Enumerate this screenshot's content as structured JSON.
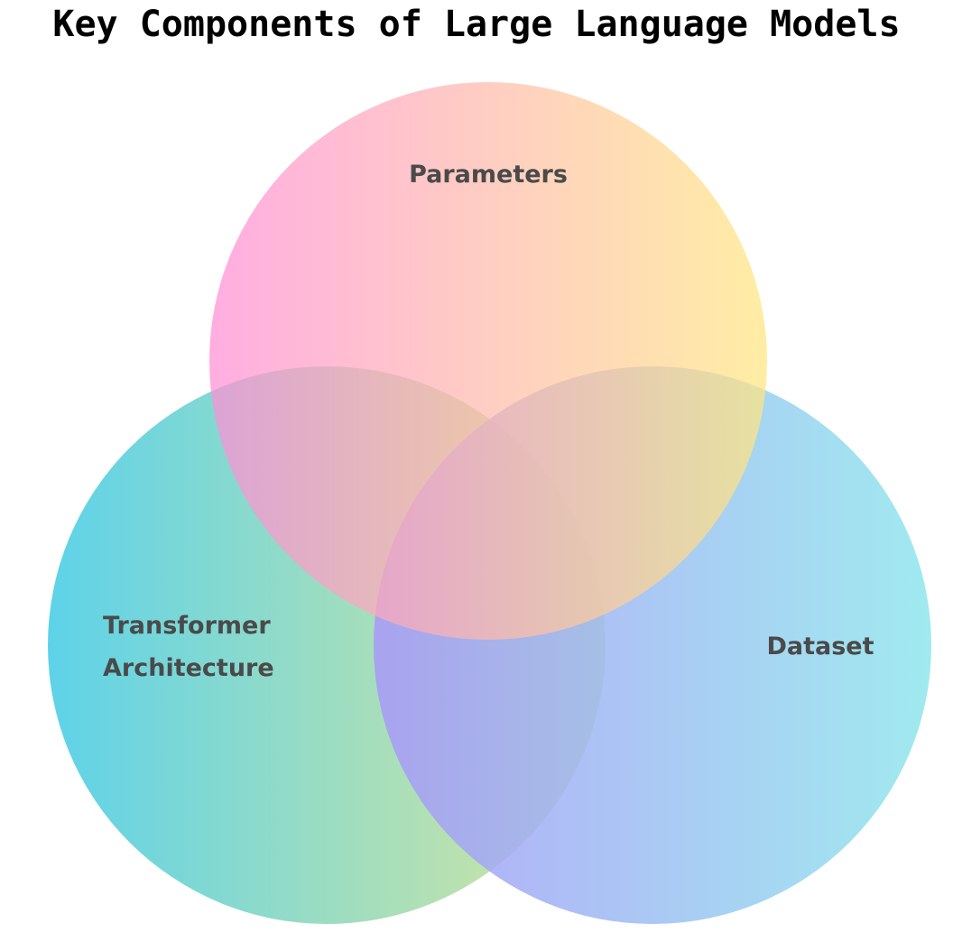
{
  "title": "Key Components of Large Language Models",
  "sets": [
    {
      "label_lines": [
        "Parameters"
      ],
      "gradient": [
        "#ff8ed6",
        "#ffe680"
      ]
    },
    {
      "label_lines": [
        "Transformer",
        "Architecture"
      ],
      "gradient": [
        "#55d0e8",
        "#d6e597"
      ]
    },
    {
      "label_lines": [
        "Dataset"
      ],
      "gradient": [
        "#a898f8",
        "#8fe6ec"
      ]
    }
  ]
}
